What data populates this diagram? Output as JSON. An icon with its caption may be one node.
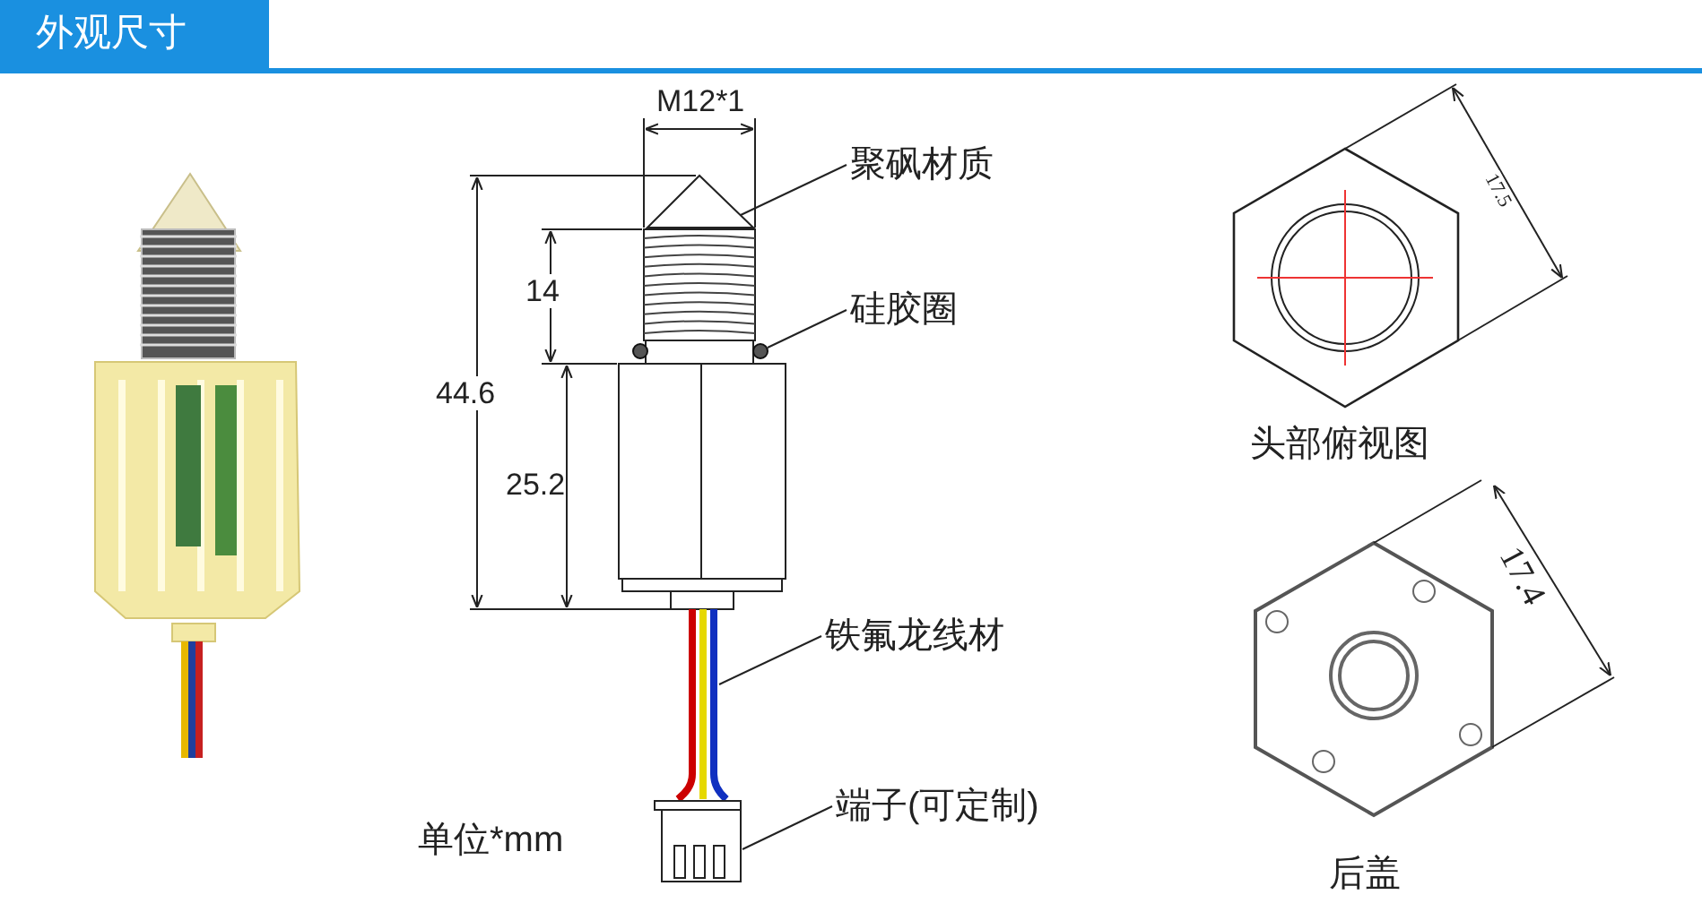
{
  "diagram": {
    "title": "外观尺寸",
    "nodes": [
      {
        "text": [
          "聚砜材质"
        ]
      },
      {
        "text": [
          "硅胶圈"
        ]
      },
      {
        "text": [
          "铁氟龙线材"
        ]
      },
      {
        "text": [
          "端子(可定制)"
        ]
      }
    ],
    "edges": [
      {
        "from": 0,
        "to": null,
        "arrow": "none"
      },
      {
        "from": 1,
        "to": null,
        "arrow": "none"
      },
      {
        "from": 2,
        "to": null,
        "arrow": "none"
      },
      {
        "from": 3,
        "to": null,
        "arrow": "none"
      }
    ],
    "labels": [
      "M12*1",
      "14",
      "44.6",
      "25.2",
      "单位*mm",
      "17.5",
      "头部俯视图",
      "17.4",
      "后盖"
    ]
  }
}
